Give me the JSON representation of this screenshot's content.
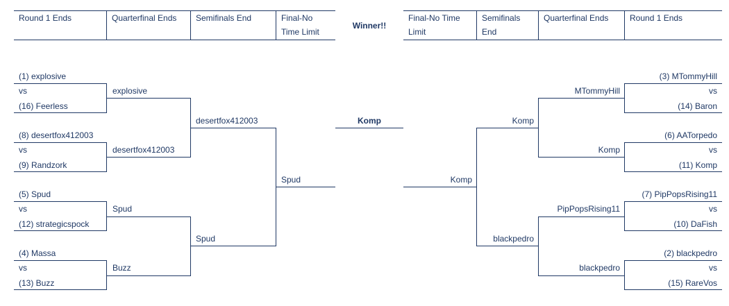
{
  "header": {
    "left": [
      "Round 1 Ends",
      "Quarterfinal Ends",
      "Semifinals End",
      "Final-No Time Limit"
    ],
    "center": "Winner!!",
    "right": [
      "Final-No Time Limit",
      "Semifinals End",
      "Quarterfinal Ends",
      "Round 1 Ends"
    ]
  },
  "vs_label": "vs",
  "left": {
    "round1": [
      [
        "(1) explosive",
        "(16) Feerless"
      ],
      [
        "(8) desertfox412003",
        "(9) Randzork"
      ],
      [
        "(5) Spud",
        "(12) strategicspock"
      ],
      [
        "(4) Massa",
        "(13) Buzz"
      ]
    ],
    "quarterfinals": [
      "explosive",
      "desertfox412003",
      "Spud",
      "Buzz"
    ],
    "semifinals": [
      "desertfox412003",
      "Spud"
    ],
    "final": "Spud"
  },
  "winner": "Komp",
  "right": {
    "round1": [
      [
        "(3) MTommyHill",
        "(14) Baron"
      ],
      [
        "(6) AATorpedo",
        "(11) Komp"
      ],
      [
        "(7) PipPopsRising11",
        "(10) DaFish"
      ],
      [
        "(2) blackpedro",
        "(15) RareVos"
      ]
    ],
    "quarterfinals": [
      "MTommyHill",
      "Komp",
      "PipPopsRising11",
      "blackpedro"
    ],
    "semifinals": [
      "Komp",
      "blackpedro"
    ],
    "final": "Komp"
  }
}
